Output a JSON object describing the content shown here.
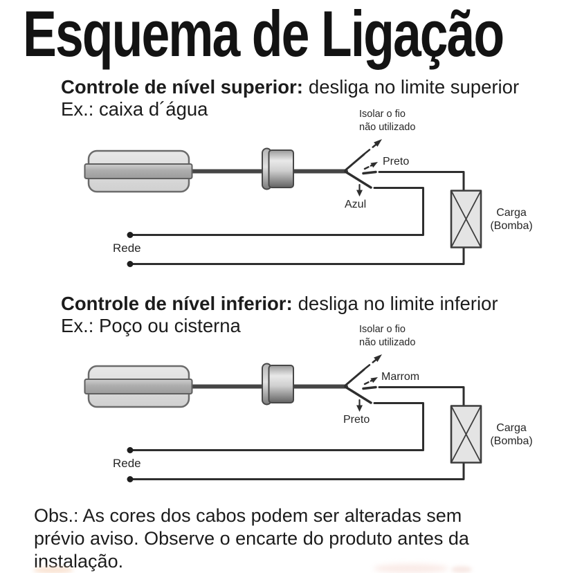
{
  "title": "Esquema de Ligação",
  "sections": [
    {
      "heading_bold": "Controle de nível superior:",
      "heading_rest": "desliga no limite superior",
      "example": "Ex.: caixa d´água",
      "isolate_line1": "Isolar o fio",
      "isolate_line2": "não utilizado",
      "wire_top_label": "Preto",
      "wire_bottom_label": "Azul",
      "mains_label": "Rede",
      "load_line1": "Carga",
      "load_line2": "(Bomba)"
    },
    {
      "heading_bold": "Controle de nível inferior:",
      "heading_rest": "desliga no limite inferior",
      "example": "Ex.: Poço ou cisterna",
      "isolate_line1": "Isolar o fio",
      "isolate_line2": "não utilizado",
      "wire_top_label": "Marrom",
      "wire_bottom_label": "Preto",
      "mains_label": "Rede",
      "load_line1": "Carga",
      "load_line2": "(Bomba)"
    }
  ],
  "note_lines": [
    "Obs.: As cores dos cabos podem ser alteradas sem",
    "prévio aviso. Observe o encarte do produto antes da",
    "instalação."
  ],
  "colors": {
    "ink": "#1c1c1c",
    "wire": "#2e2e2e",
    "float_fill": "#dcdcdc",
    "band_fill": "#ababab",
    "load_fill": "#e4e4e4"
  }
}
